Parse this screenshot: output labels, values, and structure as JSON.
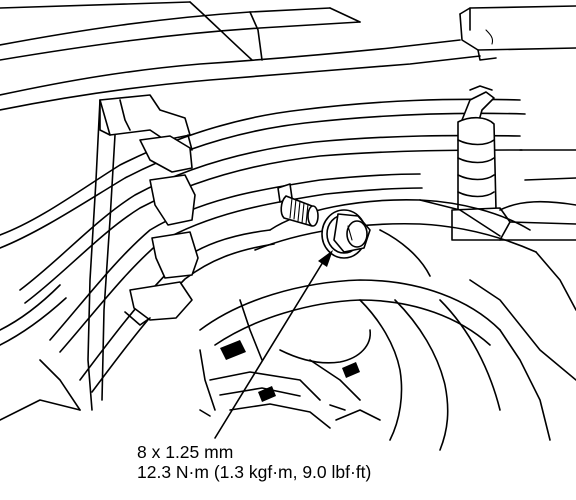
{
  "callout": {
    "size": "8 x 1.25 mm",
    "torque": "12.3 N·m (1.3 kgf·m, 9.0 lbf·ft)"
  },
  "parts": [
    {
      "name": "bolt",
      "icon": "hex-flange-bolt-icon"
    },
    {
      "name": "stud",
      "icon": "threaded-stud-icon"
    }
  ]
}
